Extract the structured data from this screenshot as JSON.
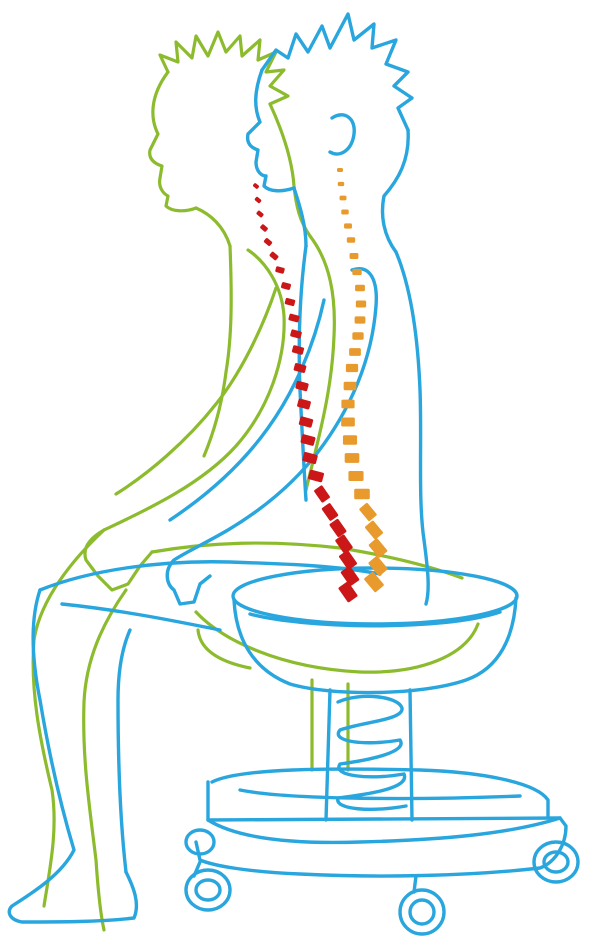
{
  "illustration": {
    "subject": "posture-comparison-on-active-stool",
    "colors": {
      "slouched_figure": "#8dbb2e",
      "upright_figure": "#29a6de",
      "slouched_spine": "#cc1719",
      "upright_spine": "#e89a2c",
      "background": "#ffffff"
    },
    "icons": [
      "slouched-figure-outline",
      "upright-figure-outline",
      "curved-spine-icon",
      "straight-spine-icon",
      "spring-stool-icon"
    ]
  }
}
